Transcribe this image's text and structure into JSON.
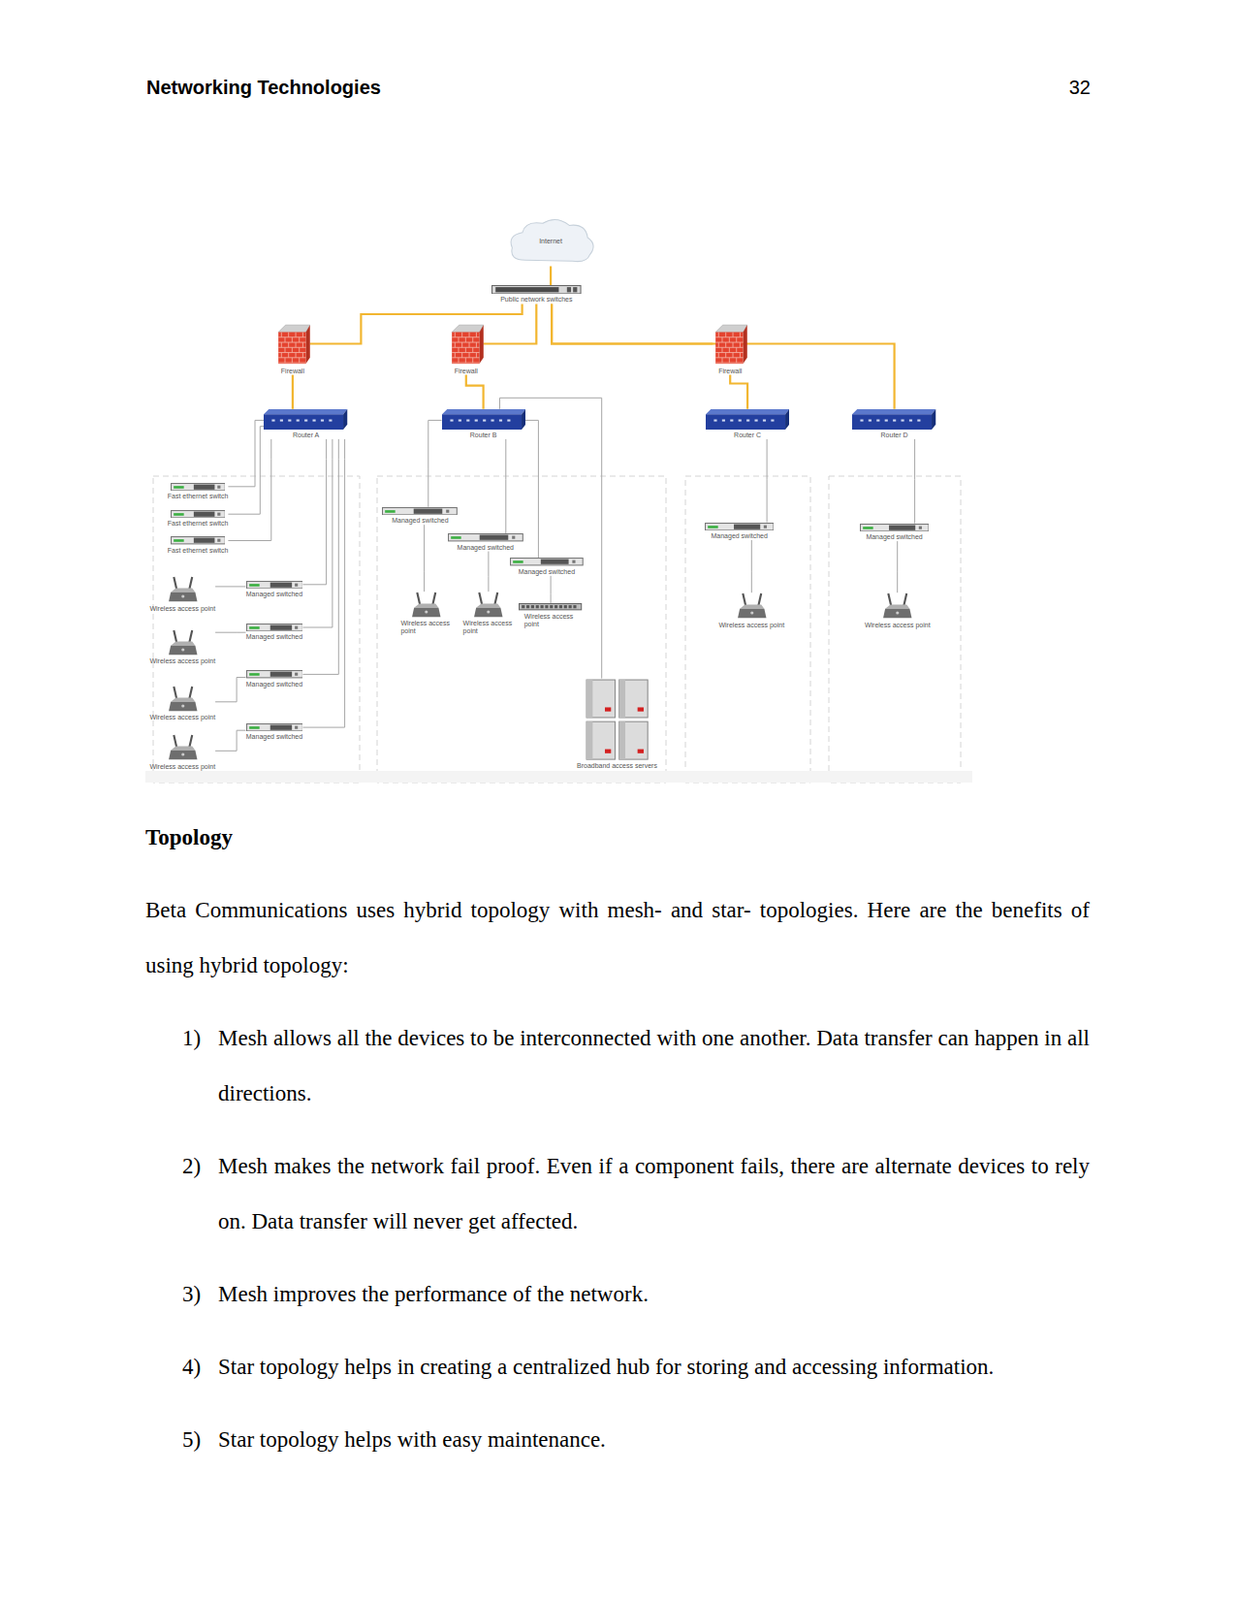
{
  "diagram": {
    "nodes": [
      {
        "text": [
          "Internet"
        ]
      },
      {
        "text": [
          "Public network switches"
        ]
      },
      {
        "text": [
          "Firewall"
        ]
      },
      {
        "text": [
          "Firewall"
        ]
      },
      {
        "text": [
          "Firewall"
        ]
      },
      {
        "text": [
          "Router A"
        ]
      },
      {
        "text": [
          "Router B"
        ]
      },
      {
        "text": [
          "Router C"
        ]
      },
      {
        "text": [
          "Router D"
        ]
      },
      {
        "text": [
          "Fast ethernet switch"
        ]
      },
      {
        "text": [
          "Fast ethernet switch"
        ]
      },
      {
        "text": [
          "Fast ethernet switch"
        ]
      },
      {
        "text": [
          "Wireless access point"
        ]
      },
      {
        "text": [
          "Managed switched"
        ]
      },
      {
        "text": [
          "Wireless access point"
        ]
      },
      {
        "text": [
          "Managed switched"
        ]
      },
      {
        "text": [
          "Managed switched"
        ]
      },
      {
        "text": [
          "Wireless access point"
        ]
      },
      {
        "text": [
          "Managed switched"
        ]
      },
      {
        "text": [
          "Wireless access point"
        ]
      },
      {
        "text": [
          "Managed switched"
        ]
      },
      {
        "text": [
          "Managed switched"
        ]
      },
      {
        "text": [
          "Managed switched"
        ]
      },
      {
        "text": [
          "Wireless access point"
        ]
      },
      {
        "text": [
          "Wireless access point"
        ]
      },
      {
        "text": [
          "Wireless access point"
        ]
      },
      {
        "text": [
          "Broadband access servers"
        ]
      },
      {
        "text": [
          "Managed switched"
        ]
      },
      {
        "text": [
          "Wireless access point"
        ]
      },
      {
        "text": [
          "Managed switched"
        ]
      },
      {
        "text": [
          "Wireless access point"
        ]
      }
    ],
    "edges": [
      {
        "from": 0,
        "to": 1,
        "arrow": "none"
      },
      {
        "from": 1,
        "to": 2,
        "arrow": "none"
      },
      {
        "from": 1,
        "to": 3,
        "arrow": "none"
      },
      {
        "from": 1,
        "to": 4,
        "arrow": "none"
      },
      {
        "from": 1,
        "to": 8,
        "arrow": "none"
      },
      {
        "from": 2,
        "to": 5,
        "arrow": "none"
      },
      {
        "from": 3,
        "to": 6,
        "arrow": "none"
      },
      {
        "from": 4,
        "to": 7,
        "arrow": "none"
      },
      {
        "from": 5,
        "to": 9,
        "arrow": "none"
      },
      {
        "from": 5,
        "to": 10,
        "arrow": "none"
      },
      {
        "from": 5,
        "to": 11,
        "arrow": "none"
      },
      {
        "from": 5,
        "to": 13,
        "arrow": "none"
      },
      {
        "from": 5,
        "to": 15,
        "arrow": "none"
      },
      {
        "from": 5,
        "to": 16,
        "arrow": "none"
      },
      {
        "from": 5,
        "to": 18,
        "arrow": "none"
      },
      {
        "from": 13,
        "to": 12,
        "arrow": "none"
      },
      {
        "from": 15,
        "to": 14,
        "arrow": "none"
      },
      {
        "from": 16,
        "to": 17,
        "arrow": "none"
      },
      {
        "from": 18,
        "to": 19,
        "arrow": "none"
      },
      {
        "from": 6,
        "to": 20,
        "arrow": "none"
      },
      {
        "from": 6,
        "to": 21,
        "arrow": "none"
      },
      {
        "from": 6,
        "to": 22,
        "arrow": "none"
      },
      {
        "from": 6,
        "to": 26,
        "arrow": "none"
      },
      {
        "from": 20,
        "to": 23,
        "arrow": "none"
      },
      {
        "from": 21,
        "to": 24,
        "arrow": "none"
      },
      {
        "from": 22,
        "to": 25,
        "arrow": "none"
      },
      {
        "from": 7,
        "to": 27,
        "arrow": "none"
      },
      {
        "from": 27,
        "to": 28,
        "arrow": "none"
      },
      {
        "from": 8,
        "to": 29,
        "arrow": "none"
      },
      {
        "from": 29,
        "to": 30,
        "arrow": "none"
      }
    ],
    "labels": [
      "Networking Technologies",
      "32",
      "Topology",
      "Beta Communications uses hybrid topology with mesh- and star- topologies. Here are the benefits of using hybrid topology:",
      "1)",
      "Mesh allows all the devices to be interconnected with one another. Data transfer can happen in all directions.",
      "2)",
      "Mesh makes the network fail proof. Even if a component fails, there are alternate devices to rely on. Data transfer will never get affected.",
      "3)",
      "Mesh improves the performance of the network.",
      "4)",
      "Star topology helps in creating a centralized hub for storing and accessing information.",
      "5)",
      "Star topology helps with easy maintenance."
    ]
  }
}
